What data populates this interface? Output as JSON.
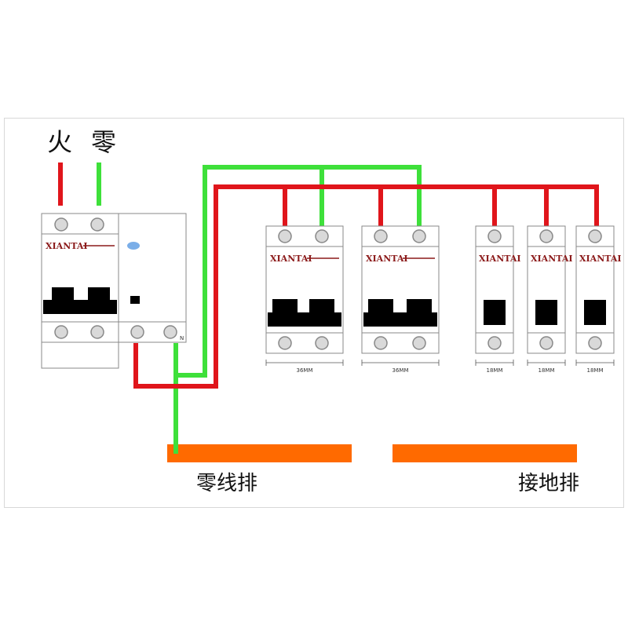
{
  "labels": {
    "live": "火",
    "neutral": "零",
    "neutral_bar": "零线排",
    "ground_bar": "接地排",
    "rcd_n_mark": "N"
  },
  "brand": "XIANTAI",
  "widths": {
    "double": "36MM",
    "single": "18MM"
  },
  "colors": {
    "live_wire": "#e0151b",
    "neutral_wire": "#3ee03a",
    "bus_bar": "#ff6a00",
    "breaker_body": "#ffffff",
    "breaker_outline": "#888888",
    "toggle": "#000000",
    "indicator": "#7aaee8"
  }
}
